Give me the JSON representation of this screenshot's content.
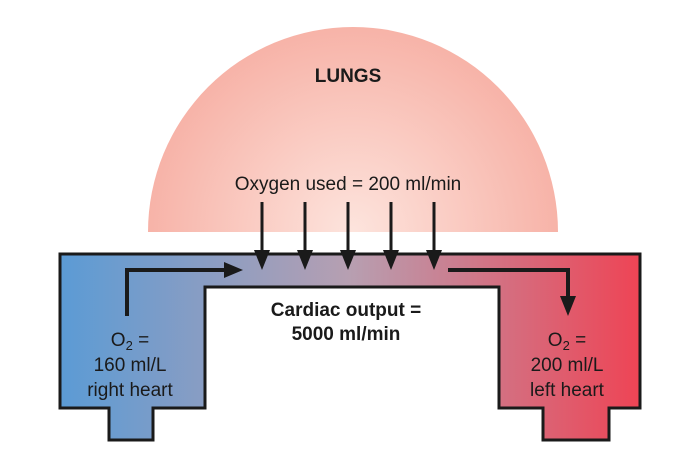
{
  "lungs": {
    "label": "LUNGS",
    "oxygen_used": "Oxygen used = 200 ml/min"
  },
  "cardiac": {
    "line1": "Cardiac output =",
    "line2": "5000 ml/min"
  },
  "right_heart": {
    "o2_symbol": "O",
    "o2_sub": "2",
    "o2_eq": " =",
    "conc": "160 ml/L",
    "label": "right heart"
  },
  "left_heart": {
    "o2_symbol": "O",
    "o2_sub": "2",
    "o2_eq": " =",
    "conc": "200 ml/L",
    "label": "left heart"
  },
  "colors": {
    "lung_edge": "#f7b3a8",
    "lung_center": "#fde4dd",
    "venous_blue": "#5b9bd5",
    "arterial_red": "#ee4455",
    "outline": "#1a1a1a"
  }
}
